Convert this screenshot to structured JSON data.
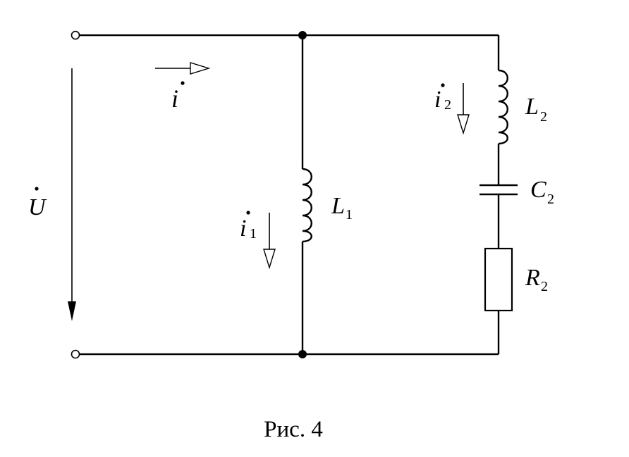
{
  "labels": {
    "voltage": "U",
    "current_total": "i",
    "current_1": "i",
    "current_1_sub": "1",
    "current_2": "i",
    "current_2_sub": "2",
    "inductor_1": "L",
    "inductor_1_sub": "1",
    "inductor_2": "L",
    "inductor_2_sub": "2",
    "capacitor_2": "C",
    "capacitor_2_sub": "2",
    "resistor_2": "R",
    "resistor_2_sub": "2"
  },
  "caption": "Рис. 4"
}
